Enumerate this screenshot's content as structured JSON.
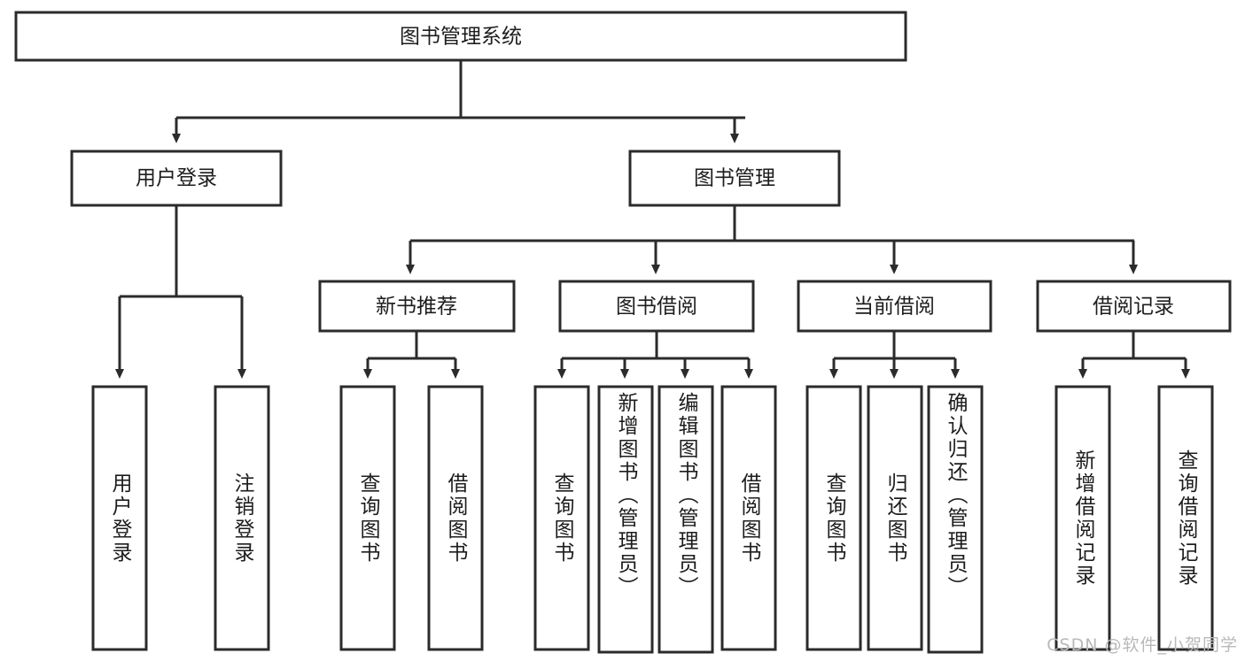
{
  "diagram": {
    "title": "图书管理系统",
    "type": "hierarchy-tree",
    "watermark": "CSDN @软件_小贺同学",
    "colors": {
      "stroke": "#2b2b2b",
      "fill": "#ffffff",
      "text": "#1d1d1d",
      "watermark": "#b9b9b9"
    },
    "levels": {
      "root": {
        "label": "图书管理系统"
      },
      "level2": [
        {
          "label": "用户登录"
        },
        {
          "label": "图书管理"
        }
      ],
      "level3": [
        {
          "label": "新书推荐"
        },
        {
          "label": "图书借阅"
        },
        {
          "label": "当前借阅"
        },
        {
          "label": "借阅记录"
        }
      ],
      "leaves": {
        "user_login": [
          {
            "label": "用户登录"
          },
          {
            "label": "注销登录"
          }
        ],
        "new_book_recommend": [
          {
            "label": "查询图书"
          },
          {
            "label": "借阅图书"
          }
        ],
        "book_borrow": [
          {
            "label": "查询图书"
          },
          {
            "label": "新增图书（管理员）"
          },
          {
            "label": "编辑图书（管理员）"
          },
          {
            "label": "借阅图书"
          }
        ],
        "current_borrow": [
          {
            "label": "查询图书"
          },
          {
            "label": "归还图书"
          },
          {
            "label": "确认归还（管理员）"
          }
        ],
        "borrow_record": [
          {
            "label": "新增借阅记录"
          },
          {
            "label": "查询借阅记录"
          }
        ]
      }
    }
  }
}
